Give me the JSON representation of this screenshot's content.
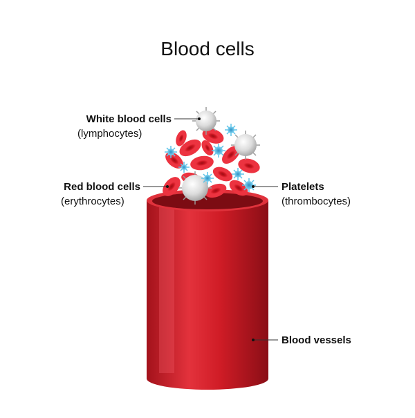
{
  "title": "Blood cells",
  "labels": {
    "white_cells": {
      "name": "White blood cells",
      "sub": "(lymphocytes)"
    },
    "red_cells": {
      "name": "Red blood cells",
      "sub": "(erythrocytes)"
    },
    "platelets": {
      "name": "Platelets",
      "sub": "(thrombocytes)"
    },
    "vessel": {
      "name": "Blood vessels"
    }
  },
  "colors": {
    "vessel": "#d31a25",
    "vessel_dark": "#8e0f17",
    "red_cell": "#d81e2a",
    "white_cell": "#e6e6e6",
    "platelet": "#5ec3e8",
    "leader_line": "#333333"
  }
}
